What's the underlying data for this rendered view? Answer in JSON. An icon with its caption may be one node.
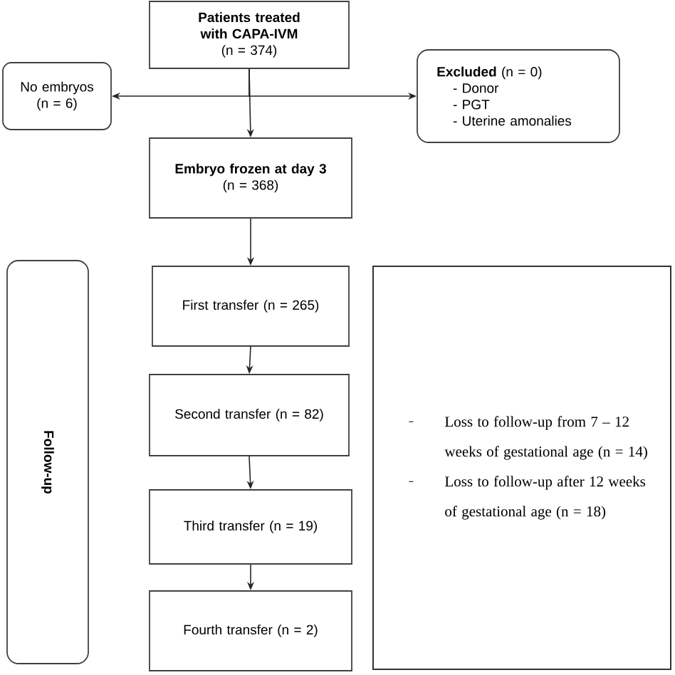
{
  "diagram": {
    "nodes": [
      {
        "text": [
          "Patients treated with CAPA-IVM",
          "(n = 374)"
        ]
      },
      {
        "text": [
          "No embryos (n = 6)"
        ]
      },
      {
        "text": [
          "**Excluded** (n = 0)",
          "- Donor",
          "- PGT",
          "- Uterine amonalies"
        ]
      },
      {
        "text": [
          "Embryo frozen at day 3",
          "(n = 368)"
        ]
      },
      {
        "text": [
          "Follow-up"
        ]
      },
      {
        "text": [
          "First transfer (n = 265)"
        ]
      },
      {
        "text": [
          "Second transfer (n = 82)"
        ]
      },
      {
        "text": [
          "Third transfer (n = 19)"
        ]
      },
      {
        "text": [
          "Fourth transfer  (n = 2)"
        ]
      },
      {
        "text": [
          "Loss to follow-up from 7 – 12 weeks of gestational age (n = 14)",
          "Loss to follow-up after 12 weeks of gestational age (n = 18)"
        ]
      }
    ],
    "edges": [
      {
        "from": 0,
        "to": 3,
        "arrow": "to"
      },
      {
        "from": 0,
        "to": 1,
        "arrow": "to"
      },
      {
        "from": 0,
        "to": 2,
        "arrow": "to"
      },
      {
        "from": 3,
        "to": 5,
        "arrow": "to"
      },
      {
        "from": 5,
        "to": 6,
        "arrow": "to"
      },
      {
        "from": 6,
        "to": 7,
        "arrow": "to"
      },
      {
        "from": 7,
        "to": 8,
        "arrow": "to"
      }
    ]
  }
}
